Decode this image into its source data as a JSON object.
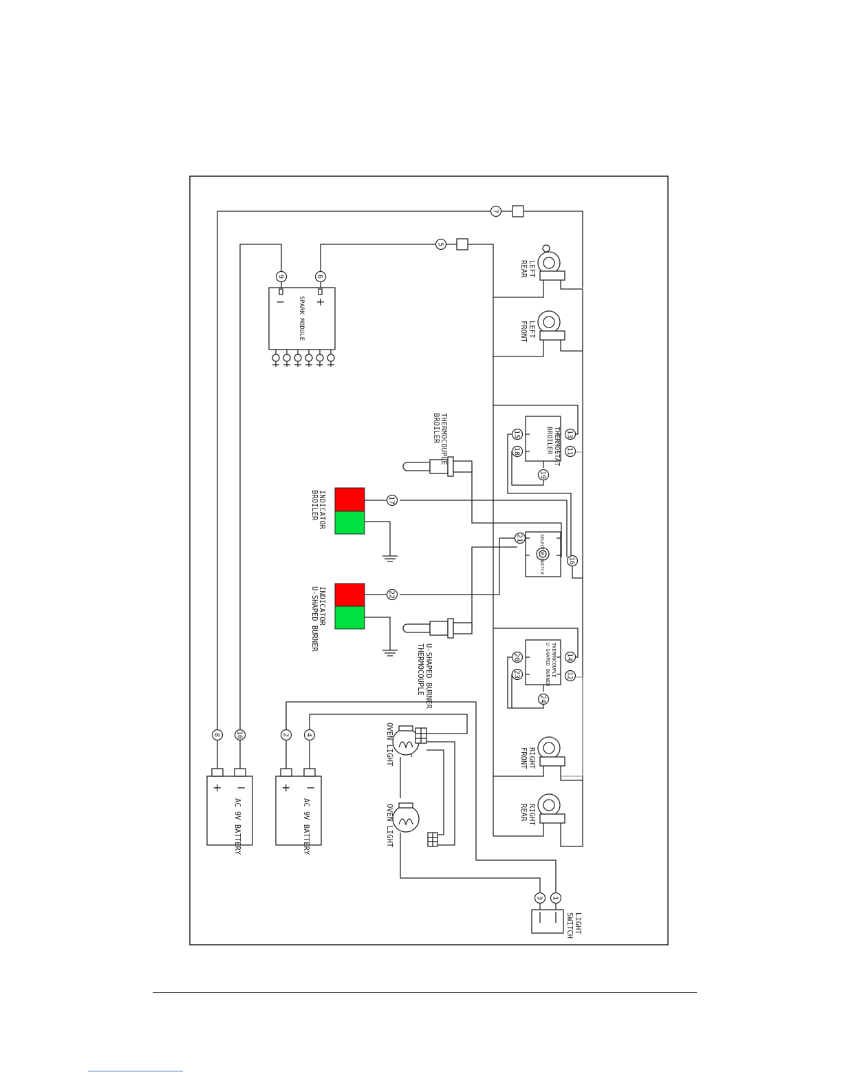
{
  "diagram": {
    "components": {
      "left_rear": [
        "LEFT",
        "REAR"
      ],
      "left_front": [
        "LEFT",
        "FRONT"
      ],
      "right_front": [
        "RIGHT",
        "FRONT"
      ],
      "right_rear": [
        "RIGHT",
        "REAR"
      ],
      "spark_module": "SPARK MODULE",
      "broiler_thermostat": [
        "BROILER",
        "THERMOSTAT"
      ],
      "broiler_thermocouple": [
        "BROILER",
        "THERMOCOUPLE"
      ],
      "broiler_indicator": [
        "BROILER",
        "INDICATOR"
      ],
      "u_burner_indicator": [
        "U-SHAPED BURNER",
        "INDICATOR"
      ],
      "u_burner_thermocouple": [
        "U-SHAPED BURNER",
        "THERMOCOUPLE"
      ],
      "selector_switch": "SELECTOR SWITCH",
      "u_burner_control": [
        "U-SHAPED BURNER",
        "THERMOCOUPLE"
      ],
      "battery_1": "AC 9V BATTERY",
      "battery_2": "AC 9V BATTERY",
      "oven_light_1": "OVEN LIGHT",
      "oven_light_2": "OVEN LIGHT",
      "light_switch": [
        "LIGHT",
        "SWITCH"
      ]
    },
    "nodes": {
      "n1": "1",
      "n2": "2",
      "n3": "3",
      "n4": "4",
      "n5": "5",
      "n6": "6",
      "n7": "7",
      "n8": "8",
      "n9": "9",
      "n10": "10",
      "n11": "11",
      "n12": "12",
      "n13": "13",
      "n14": "14",
      "n15": "15",
      "n16": "16",
      "n17": "17",
      "n18": "18",
      "n19": "19",
      "n20": "20",
      "n21": "21",
      "n22": "22",
      "n23": "23",
      "n24": "24"
    },
    "signs": {
      "plus": "+",
      "minus": "−"
    },
    "colors": {
      "indicator_on": "#ff0000",
      "indicator_off": "#00e040",
      "line": "#222222"
    }
  }
}
